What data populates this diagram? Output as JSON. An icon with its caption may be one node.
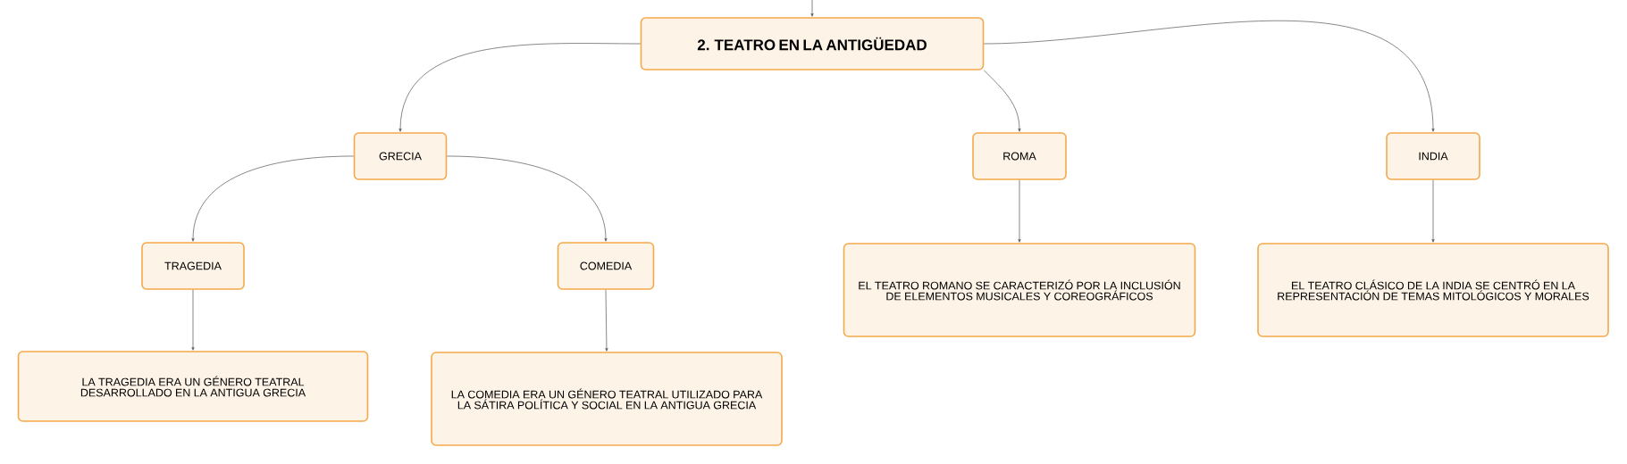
{
  "diagram": {
    "nodes": [
      {
        "text": [
          "2. TEATRO EN LA ANTIGÜEDAD"
        ]
      },
      {
        "text": [
          "GRECIA"
        ]
      },
      {
        "text": [
          "ROMA"
        ]
      },
      {
        "text": [
          "INDIA"
        ]
      },
      {
        "text": [
          "TRAGEDIA"
        ]
      },
      {
        "text": [
          "COMEDIA"
        ]
      },
      {
        "text": [
          "EL TEATRO ROMANO SE CARACTERIZÓ POR LA INCLUSIÓN DE ELEMENTOS MUSICALES Y COREOGRÁFICOS"
        ]
      },
      {
        "text": [
          "EL TEATRO CLÁSICO DE LA INDIA SE CENTRÓ EN LA REPRESENTACIÓN DE TEMAS MITOLÓGICOS Y MORALES"
        ]
      },
      {
        "text": [
          "LA TRAGEDIA ERA UN GÉNERO TEATRAL DESARROLLADO EN LA ANTIGUA GRECIA"
        ]
      },
      {
        "text": [
          "LA COMEDIA ERA UN GÉNERO TEATRAL UTILIZADO PARA LA SÁTIRA POLÍTICA Y SOCIAL EN LA ANTIGUA GRECIA"
        ]
      }
    ],
    "edges": [
      {
        "from": null,
        "to": 0,
        "arrow": "to"
      },
      {
        "from": 0,
        "to": 1,
        "arrow": "to"
      },
      {
        "from": 0,
        "to": 2,
        "arrow": "to"
      },
      {
        "from": 0,
        "to": 3,
        "arrow": "to"
      },
      {
        "from": 1,
        "to": 4,
        "arrow": "to"
      },
      {
        "from": 1,
        "to": 5,
        "arrow": "to"
      },
      {
        "from": 2,
        "to": 6,
        "arrow": "to"
      },
      {
        "from": 3,
        "to": 7,
        "arrow": "to"
      },
      {
        "from": 4,
        "to": 8,
        "arrow": "to"
      },
      {
        "from": 5,
        "to": 9,
        "arrow": "to"
      }
    ]
  }
}
